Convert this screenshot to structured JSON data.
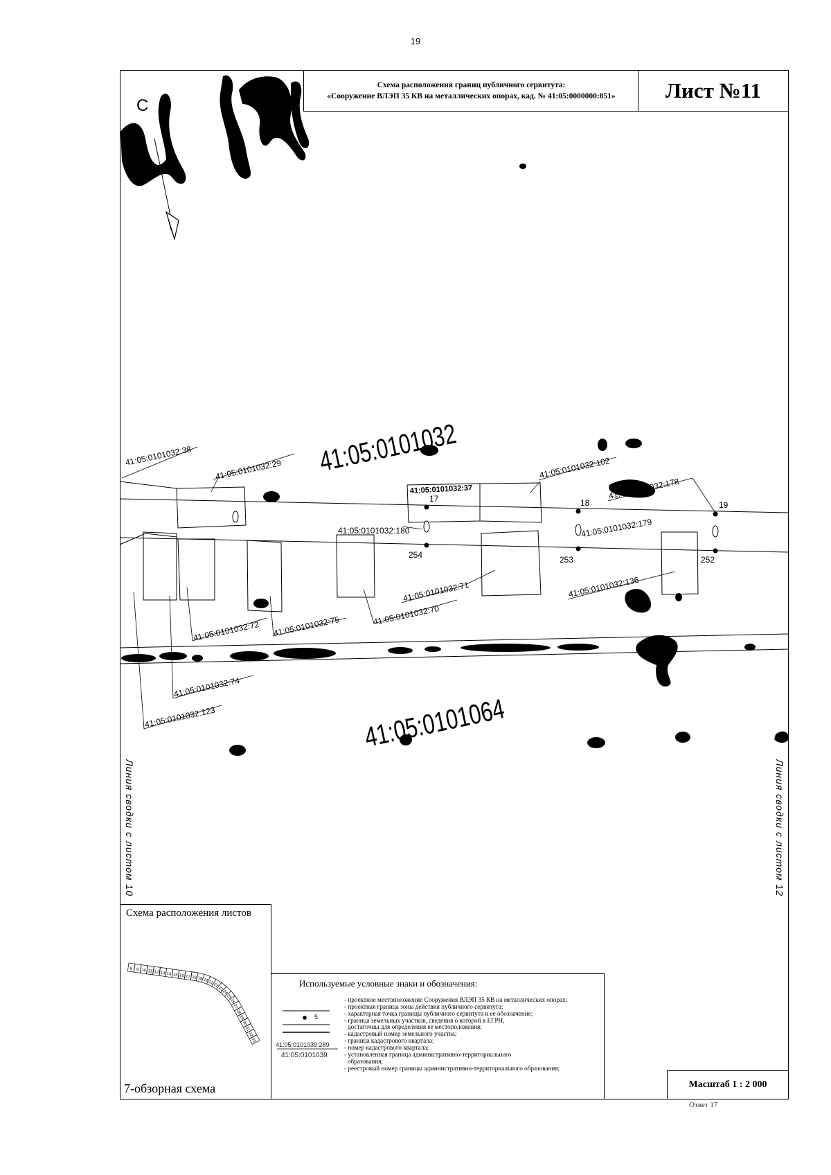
{
  "page": {
    "number": "19"
  },
  "title": {
    "line1": "Схема расположения границ публичного сервитута:",
    "line2": "«Сооружение ВЛЭП 35 КВ на металлических опорах, кад. № 41:05:0000000:851»"
  },
  "sheet": {
    "label": "Лист №11"
  },
  "north_arrow": {
    "label": "С"
  },
  "blocks": {
    "upper": "41:05:0101032",
    "lower": "41:05:0101064"
  },
  "parcels": [
    "41:05:0101032:38",
    "41:05:0101032:29",
    "41:05:0101032:37",
    "41:05:0101032:102",
    "41:05:0101032:178",
    "41:05:0101032:180",
    "41:05:0101032:179",
    "41:05:0101032:71",
    "41:05:0101032:70",
    "41:05:0101032:136",
    "41:05:0101032:72",
    "41:05:0101032:75",
    "41:05:0101032:74",
    "41:05:0101032:123"
  ],
  "points": [
    "17",
    "18",
    "19",
    "254",
    "253",
    "252"
  ],
  "side_notes": {
    "left": "Линия сводки с листом 10",
    "right": "Линия сводки с листом 12"
  },
  "overview": {
    "title": "Схема расположения листов",
    "caption": "7-обзорная схема",
    "sheets": [
      "8",
      "9",
      "10",
      "11",
      "12",
      "13",
      "14",
      "15",
      "16",
      "17",
      "18",
      "19",
      "20",
      "21",
      "22",
      "23",
      "24",
      "25",
      "26",
      "27",
      "28",
      "29",
      "30",
      "31",
      "32",
      "33"
    ]
  },
  "legend": {
    "title": "Используемые условные знаки и обозначения:",
    "samples": {
      "point": "5",
      "parcel_number": "41:05:0101039:289",
      "block_number": "41:05:0101039"
    },
    "items": [
      "- проектное местоположение Сооружения ВЛЭП 35 КВ на металлических опорах;",
      "- проектная граница зоны действия публичного сервитута;",
      "- характерная точка границы публичного сервитута и ее обозначение;",
      "- граница земельных участков, сведения о которой в ЕГРН,",
      "достаточны для определения ее местоположения;",
      "- кадастровый номер земельного участка;",
      "- граница кадастрового квартала;",
      "- номер кадастрового квартала;",
      "- установленная граница административно-территориального",
      "образования;",
      "- реестровый номер границы административно-территориального образования;"
    ]
  },
  "scale": {
    "label": "Масштаб 1 : 2 000"
  },
  "footer": {
    "partial": "Ответ 17"
  }
}
